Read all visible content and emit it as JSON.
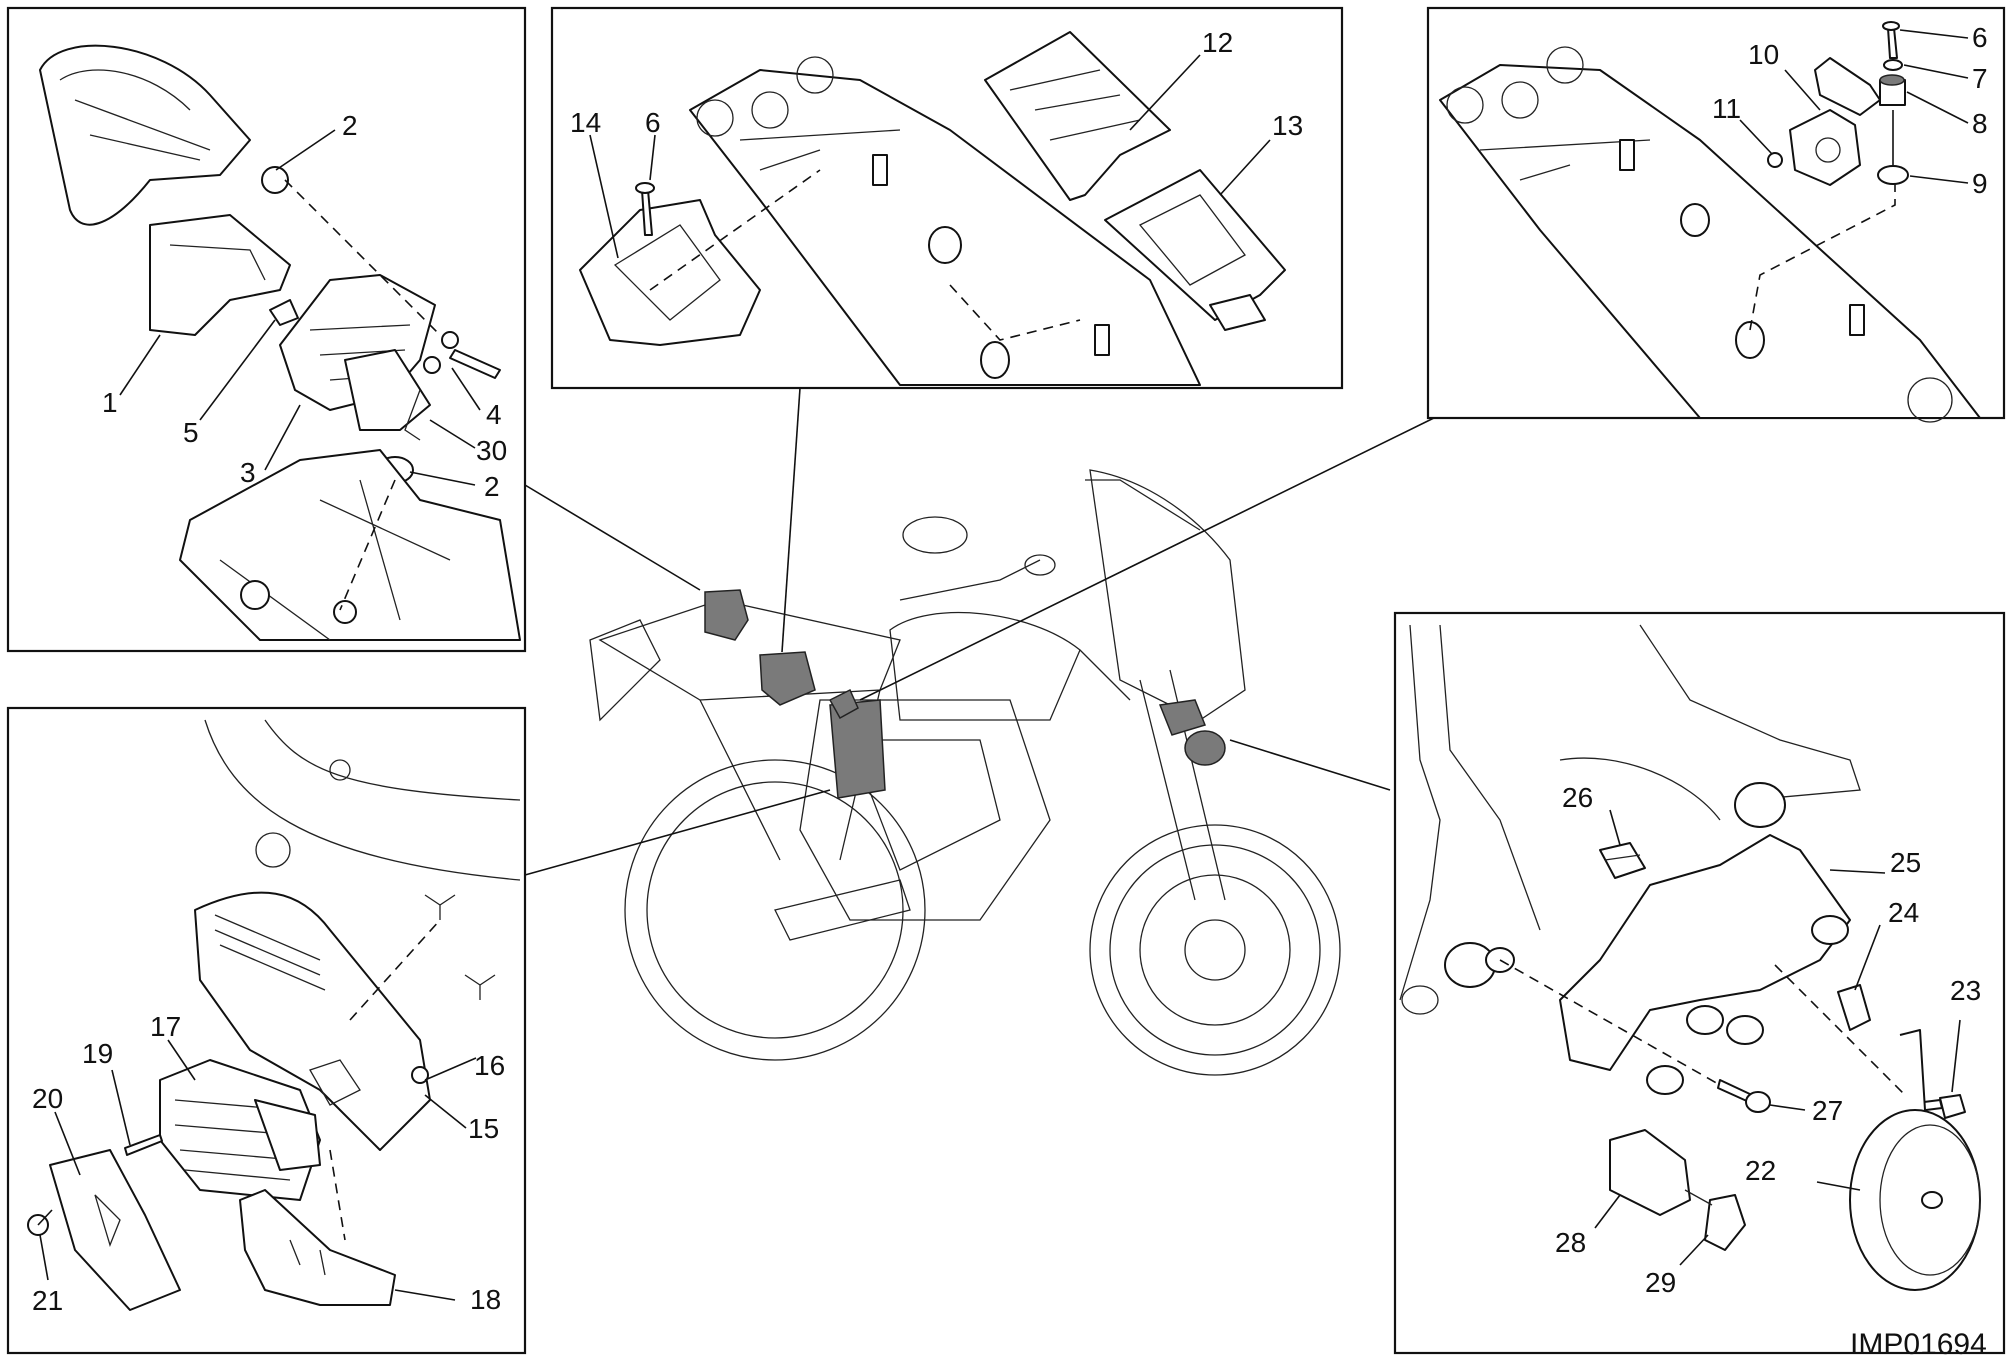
{
  "image_code": "IMP01694",
  "panels": {
    "top_left": {
      "labels": [
        "1",
        "2",
        "3",
        "4",
        "5",
        "30",
        "2"
      ]
    },
    "top_center": {
      "labels": [
        "14",
        "6",
        "12",
        "13"
      ]
    },
    "top_right": {
      "labels": [
        "6",
        "7",
        "8",
        "9",
        "10",
        "11"
      ]
    },
    "bottom_left": {
      "labels": [
        "15",
        "16",
        "17",
        "18",
        "19",
        "20",
        "21"
      ]
    },
    "bottom_right": {
      "labels": [
        "22",
        "23",
        "24",
        "25",
        "26",
        "27",
        "28",
        "29"
      ]
    }
  }
}
